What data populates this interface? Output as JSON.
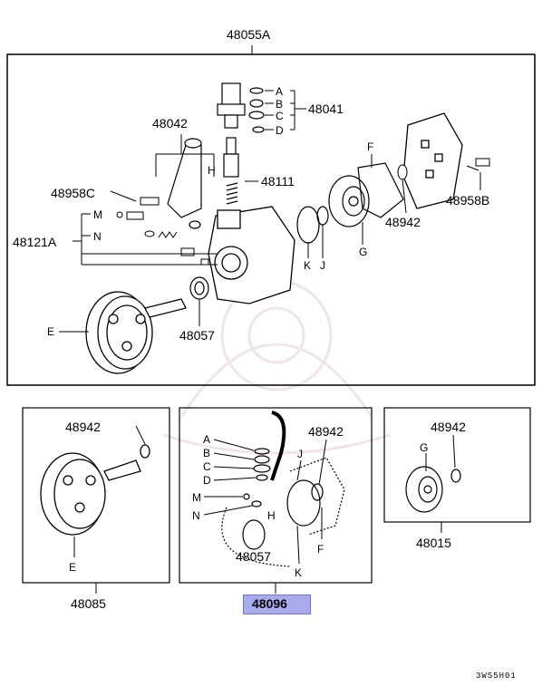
{
  "colors": {
    "highlight": "#aaaaee",
    "line": "#000000",
    "watermark": "#f2e6e6"
  },
  "labels": {
    "p48055A": "48055A",
    "p48041": "48041",
    "p48042": "48042",
    "p48111": "48111",
    "p48958C": "48958C",
    "p48121A": "48121A",
    "p48958B": "48958B",
    "p48942a": "48942",
    "p48057a": "48057",
    "A": "A",
    "B": "B",
    "C": "C",
    "D": "D",
    "M": "M",
    "N": "N",
    "H": "H",
    "F": "F",
    "G": "G",
    "K": "K",
    "J": "J",
    "E": "E",
    "p48942b": "48942",
    "p48085": "48085",
    "A2": "A",
    "B2": "B",
    "C2": "C",
    "D2": "D",
    "M2": "M",
    "N2": "N",
    "H2": "H",
    "p48942c": "48942",
    "J2": "J",
    "K2": "K",
    "F2": "F",
    "p48057b": "48057",
    "p48096": "48096",
    "p48942d": "48942",
    "G2": "G",
    "p48015": "48015",
    "E2": "E",
    "code": "3WS5H01"
  }
}
